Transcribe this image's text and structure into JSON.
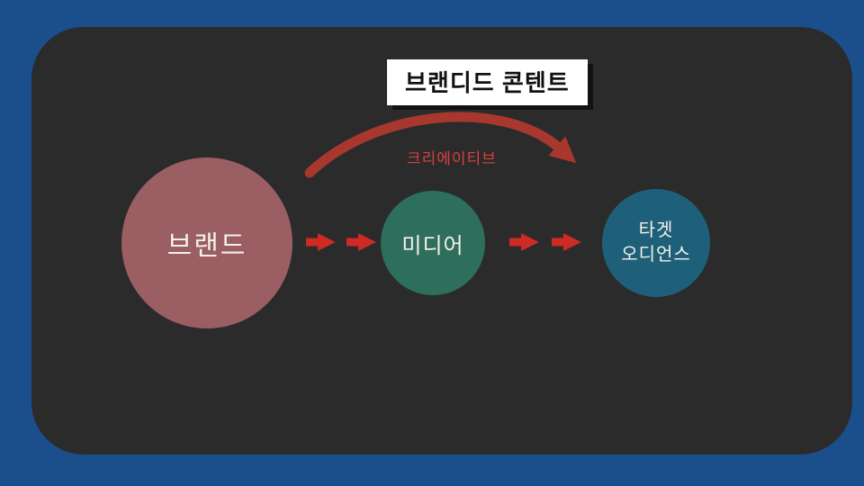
{
  "title": "브랜디드 콘텐트",
  "curve_label": "크리에이티브",
  "nodes": [
    {
      "label": "브랜드",
      "color": "#9a5e63"
    },
    {
      "label": "미디어",
      "color": "#2e6e5c"
    },
    {
      "lines": [
        "타겟",
        "오디언스"
      ],
      "color": "#1e6079"
    }
  ],
  "colors": {
    "background": "#1b4f8c",
    "panel": "#2b2b2b",
    "title_bg": "#ffffff",
    "title_text": "#111111",
    "arrow": "#cf2b24",
    "curve": "#a8372e",
    "curve_label": "#d84040",
    "node_text": "#f5f0ea"
  }
}
